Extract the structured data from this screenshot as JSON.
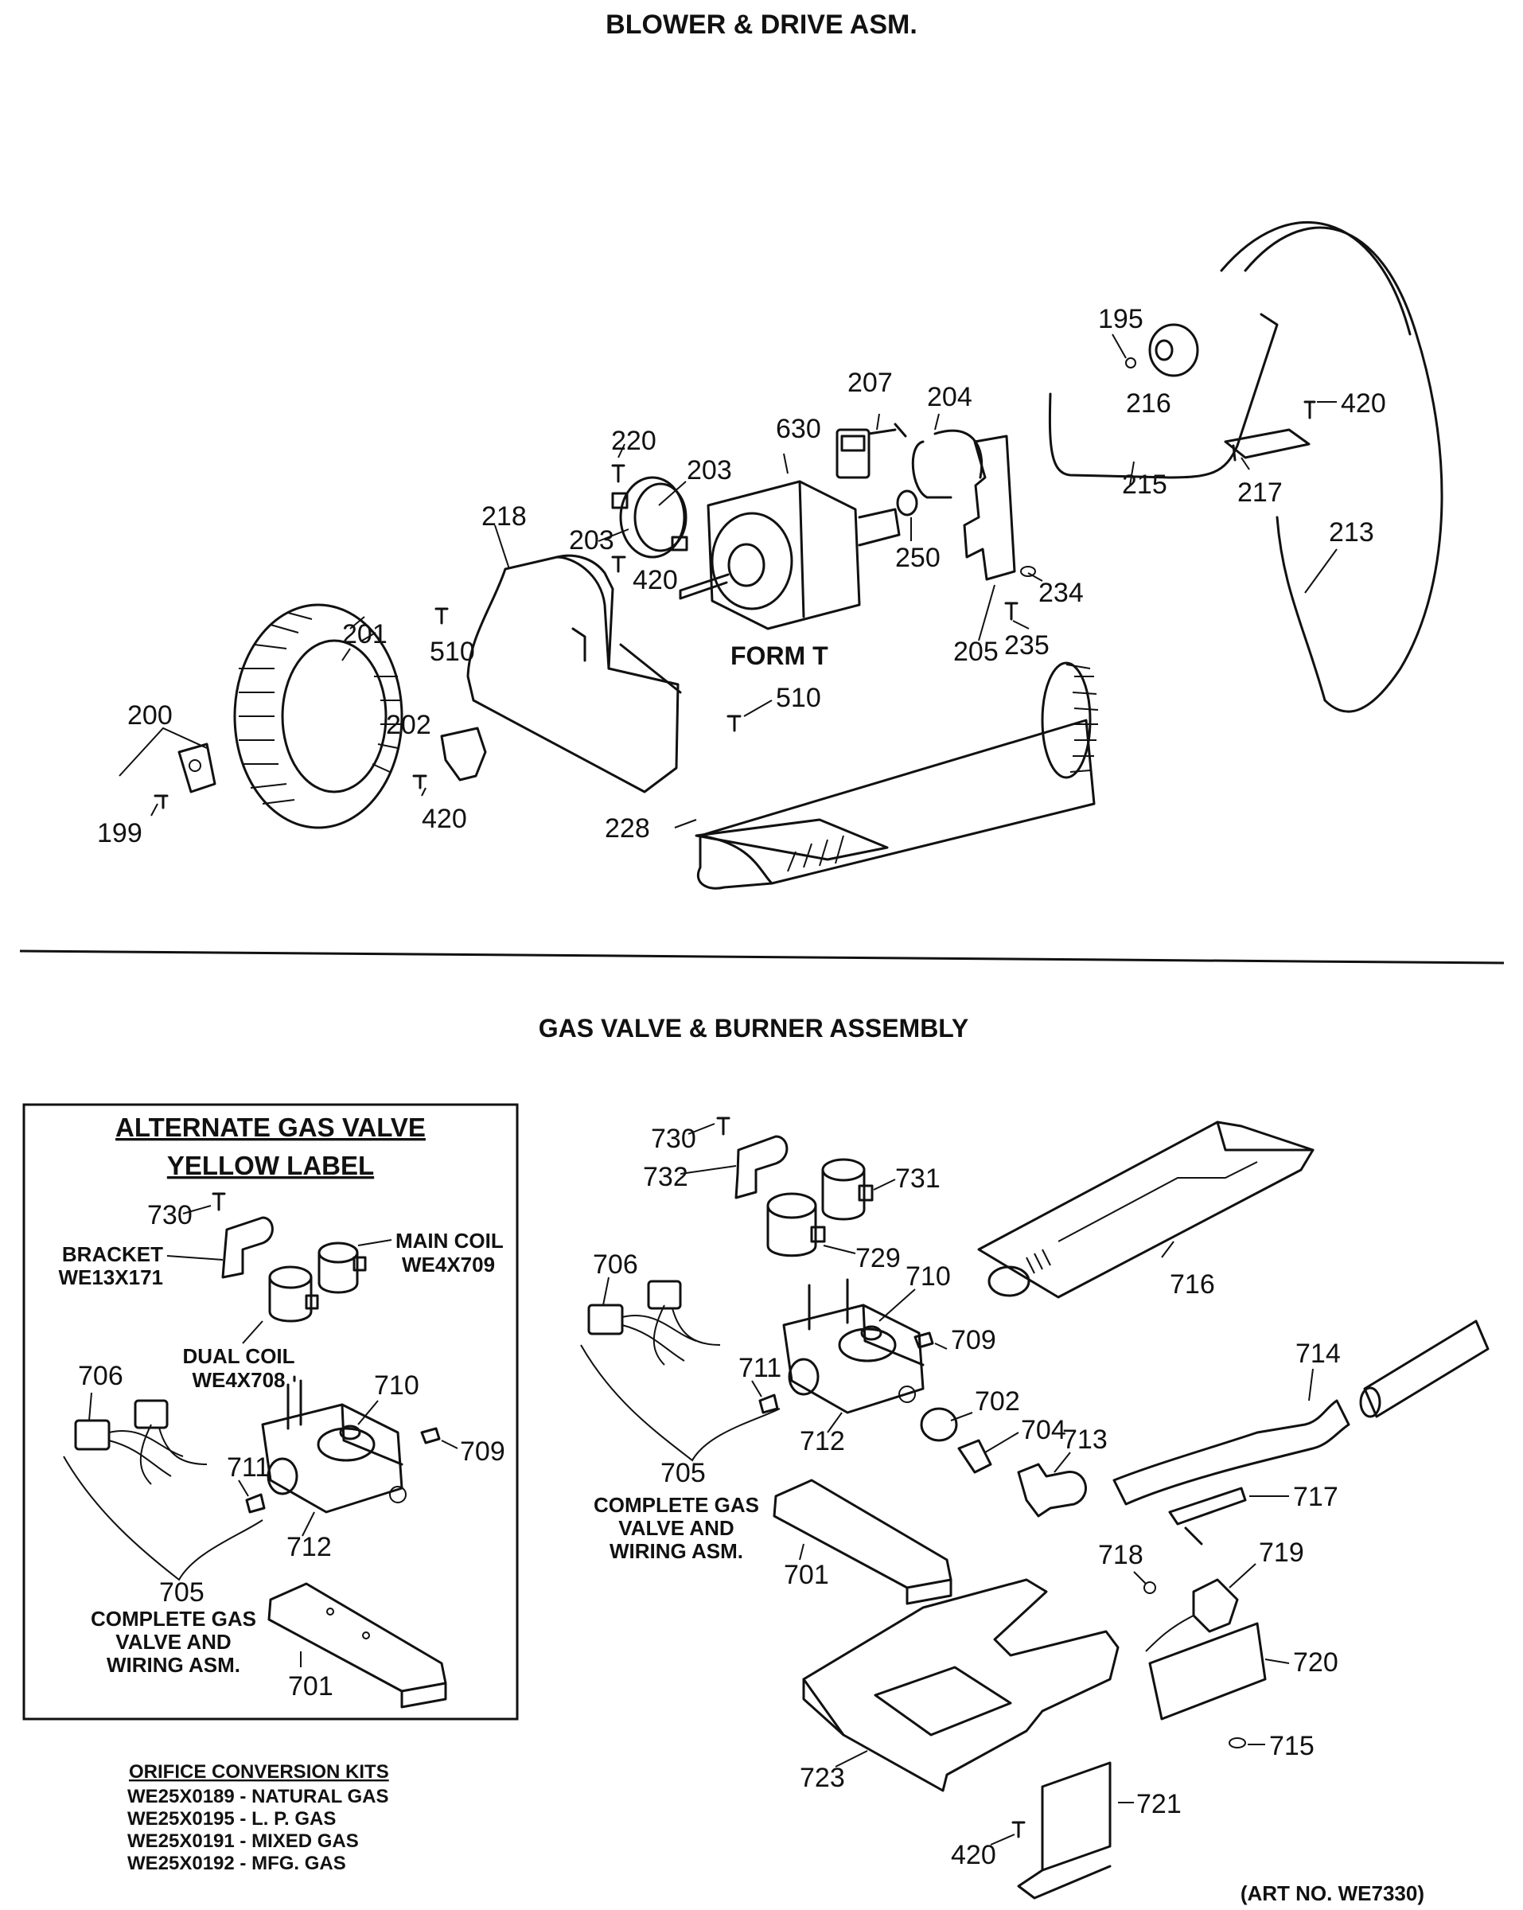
{
  "headings": {
    "blower": "BLOWER & DRIVE ASM.",
    "gas_valve": "GAS VALVE & BURNER ASSEMBLY",
    "form": "FORM T"
  },
  "alternate_box": {
    "title_line1": "ALTERNATE GAS VALVE",
    "title_line2": "YELLOW LABEL",
    "bracket_label": "BRACKET",
    "bracket_part": "WE13X171",
    "main_coil_label": "MAIN COIL",
    "main_coil_part": "WE4X709",
    "dual_coil_label": "DUAL COIL",
    "dual_coil_part": "WE4X708",
    "complete_line1": "COMPLETE GAS",
    "complete_line2": "VALVE AND",
    "complete_line3": "WIRING ASM.",
    "callouts": [
      "730",
      "706",
      "710",
      "709",
      "711",
      "712",
      "705",
      "701"
    ]
  },
  "main_gas": {
    "complete_line1": "COMPLETE GAS",
    "complete_line2": "VALVE AND",
    "complete_line3": "WIRING ASM."
  },
  "orifice_kits": {
    "title": "ORIFICE CONVERSION KITS",
    "items": [
      "WE25X0189 - NATURAL GAS",
      "WE25X0195 - L. P. GAS",
      "WE25X0191 - MIXED GAS",
      "WE25X0192 - MFG. GAS"
    ]
  },
  "art_number": "(ART NO. WE7330)",
  "blower_callouts": [
    "195",
    "216",
    "207",
    "204",
    "420",
    "630",
    "220",
    "203",
    "203",
    "420",
    "218",
    "250",
    "215",
    "217",
    "213",
    "201",
    "510",
    "234",
    "205",
    "235",
    "510",
    "200",
    "202",
    "199",
    "420",
    "228"
  ],
  "gas_callouts": [
    "730",
    "732",
    "731",
    "729",
    "716",
    "706",
    "710",
    "709",
    "711",
    "712",
    "702",
    "714",
    "704",
    "713",
    "705",
    "717",
    "701",
    "718",
    "719",
    "720",
    "715",
    "723",
    "721",
    "420"
  ]
}
